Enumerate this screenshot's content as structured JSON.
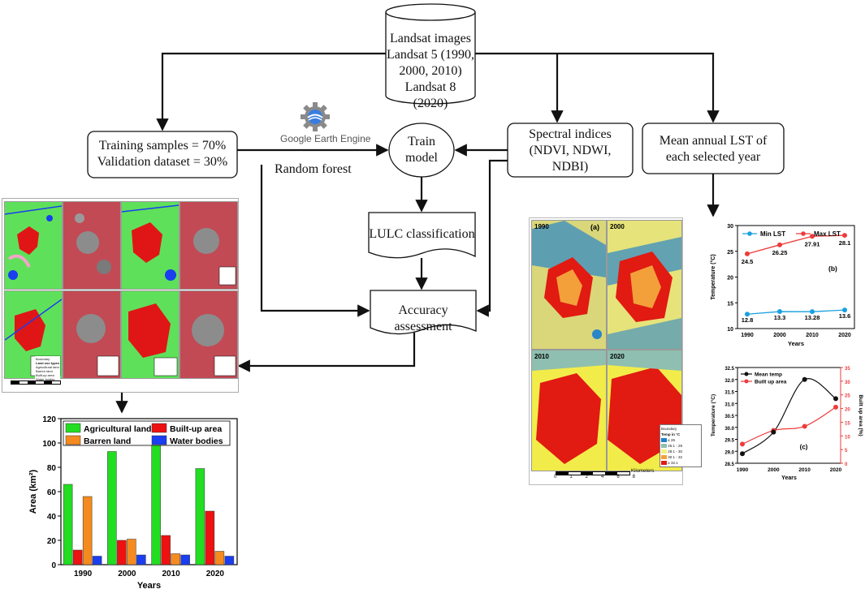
{
  "flow": {
    "landsat_lines": [
      "Landsat images",
      "Landsat 5 (1990,",
      "2000, 2010)",
      "Landsat 8 (2020)"
    ],
    "training_lines": [
      "Training samples = 70%",
      "Validation dataset = 30%"
    ],
    "train_model_lines": [
      "Train",
      "model"
    ],
    "spectral_lines": [
      "Spectral indices",
      "(NDVI, NDWI,",
      "NDBI)"
    ],
    "lst_lines": [
      "Mean annual LST of",
      "each selected year"
    ],
    "lulc": "LULC classification",
    "accuracy": "Accuracy assessment",
    "gee_label": "Google Earth Engine",
    "random_forest": "Random forest"
  },
  "lst_maps": {
    "years": [
      "1990",
      "2000",
      "2010",
      "2020"
    ],
    "panel_label": "(a)",
    "legend_boundary": "Boundary",
    "legend_title": "Temp in °C",
    "legend_items": [
      {
        "label": "≤ 26",
        "color": "#1f7fc9"
      },
      {
        "label": "26.1 - 28",
        "color": "#8fbfb0"
      },
      {
        "label": "28.1 - 30",
        "color": "#f2f27a"
      },
      {
        "label": "30.1 - 32",
        "color": "#f3a03a"
      },
      {
        "label": "≥ 32.1",
        "color": "#e11a12"
      }
    ],
    "scale_ticks": [
      "0",
      "1",
      "2",
      "4",
      "6",
      "8"
    ],
    "scale_unit": "Kilometers"
  },
  "lulc_maps": {
    "legend_title": "Land use types",
    "legend_items": [
      "Agricultural land",
      "Barren land",
      "Built-up area",
      "Water bodies"
    ],
    "boundary": "Boundary"
  },
  "colors": {
    "agricultural": "#22dd22",
    "builtup": "#ee1111",
    "barren": "#f58a1f",
    "water": "#1a3ef0",
    "min_lst": "#1aa0e0",
    "max_lst": "#ee3b3b",
    "mean_temp": "#111111",
    "built_up_line": "#ee3b3b"
  },
  "chart_data": [
    {
      "type": "bar",
      "categories": [
        "1990",
        "2000",
        "2010",
        "2020"
      ],
      "series": [
        {
          "name": "Agricultural land",
          "values": [
            66,
            93,
            101,
            79
          ]
        },
        {
          "name": "Built-up area",
          "values": [
            12,
            20,
            24,
            44
          ]
        },
        {
          "name": "Barren land",
          "values": [
            56,
            21,
            9,
            11
          ]
        },
        {
          "name": "Water bodies",
          "values": [
            7,
            8,
            8,
            7
          ]
        }
      ],
      "xlabel": "Years",
      "ylabel": "Area (km²)",
      "ylim": [
        0,
        120
      ],
      "yticks": [
        0,
        20,
        40,
        60,
        80,
        100,
        120
      ],
      "legend": "top"
    },
    {
      "type": "line",
      "x": [
        "1990",
        "2000",
        "2010",
        "2020"
      ],
      "series": [
        {
          "name": "Min LST",
          "values": [
            12.8,
            13.3,
            13.28,
            13.6
          ],
          "labels": [
            "12.8",
            "13.3",
            "13.28",
            "13.6"
          ]
        },
        {
          "name": "Max LST",
          "values": [
            24.5,
            26.25,
            27.91,
            28.1
          ],
          "labels": [
            "24.5",
            "26.25",
            "27.91",
            "28.1"
          ]
        }
      ],
      "xlabel": "Years",
      "ylabel": "Temperature (°C)",
      "ylim": [
        10,
        30
      ],
      "yticks": [
        10,
        15,
        20,
        25,
        30
      ],
      "annotation": "(b)",
      "legend": "top"
    },
    {
      "type": "line",
      "x": [
        "1990",
        "2000",
        "2010",
        "2020"
      ],
      "series": [
        {
          "name": "Mean temp",
          "axis": "left",
          "values": [
            28.9,
            29.8,
            32.0,
            31.2
          ]
        },
        {
          "name": "Built up area",
          "axis": "right",
          "values": [
            7,
            12,
            13.5,
            20.5
          ]
        }
      ],
      "xlabel": "Years",
      "ylabel": "Temperature (°C)",
      "y2label": "Built up area (%)",
      "ylim": [
        28.5,
        32.5
      ],
      "yticks": [
        28.5,
        29.0,
        29.5,
        30.0,
        30.5,
        31.0,
        31.5,
        32.0,
        32.5
      ],
      "y2lim": [
        0,
        35
      ],
      "y2ticks": [
        0,
        5,
        10,
        15,
        20,
        25,
        30,
        35
      ],
      "annotation": "(c)",
      "legend": "top-left"
    }
  ]
}
